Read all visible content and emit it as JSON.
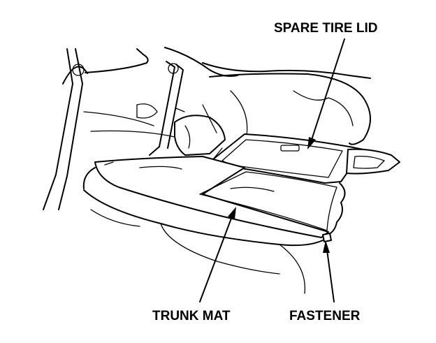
{
  "callouts": {
    "spare_tire_lid": "SPARE TIRE LID",
    "trunk_mat": "TRUNK MAT",
    "fastener": "FASTENER"
  }
}
